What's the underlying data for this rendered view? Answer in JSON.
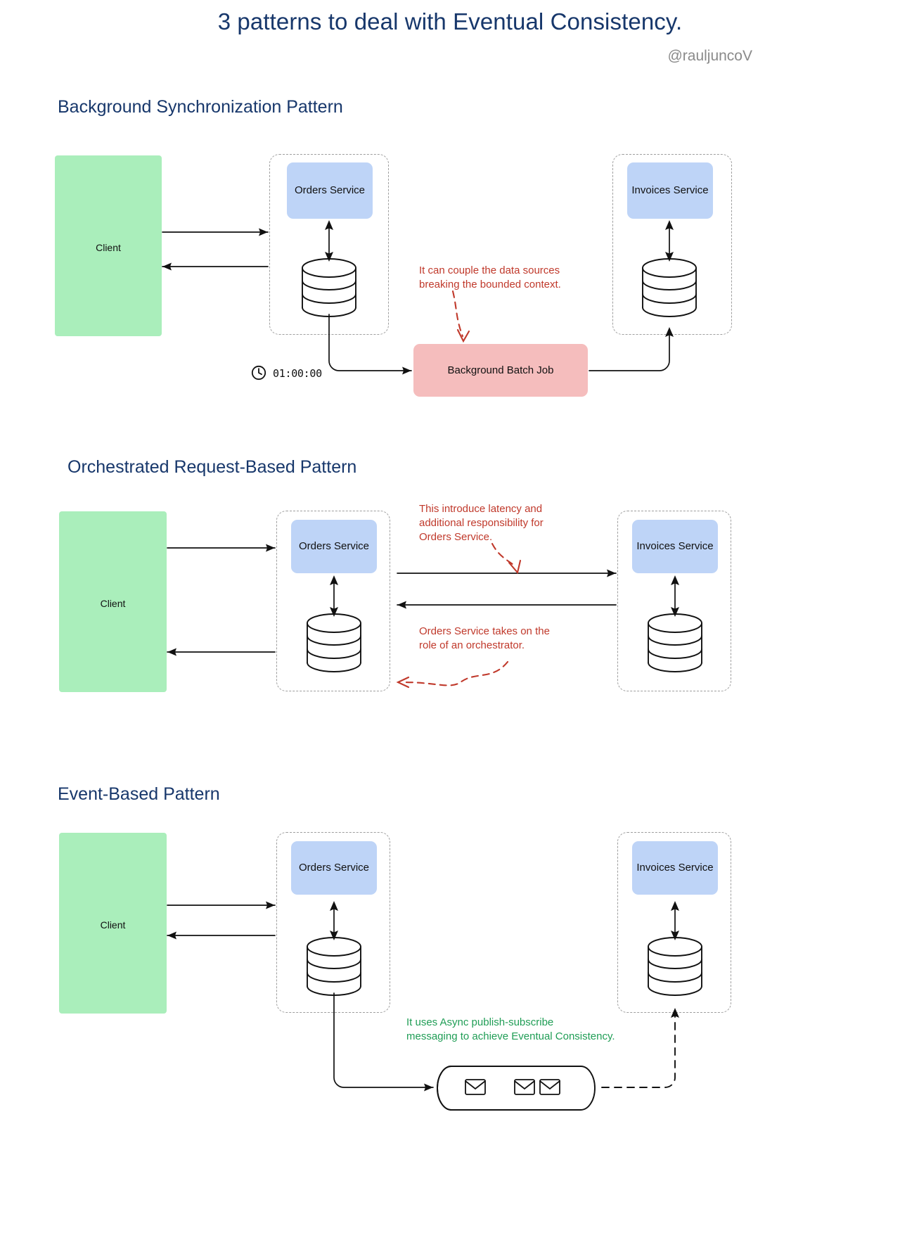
{
  "header": {
    "title": "3 patterns to deal with Eventual Consistency.",
    "handle": "@rauljuncoV"
  },
  "colors": {
    "title_blue": "#17376b",
    "client_green": "#aaeebb",
    "service_blue": "#bed4f7",
    "batch_pink": "#f5bdbd",
    "note_red": "#c0392b",
    "note_green": "#1f9d55",
    "boundary_gray": "#9e9e9e"
  },
  "sections": [
    {
      "id": "background-synchronization",
      "title": "Background Synchronization Pattern",
      "client_label": "Client",
      "left_service": "Orders\nService",
      "right_service": "Invoices\nService",
      "batch_job_label": "Background Batch Job",
      "schedule": "01:00:00",
      "schedule_icon": "clock-icon",
      "note": "It can couple the data sources\nbreaking the bounded context."
    },
    {
      "id": "orchestrated-request-based",
      "title": "Orchestrated Request-Based Pattern",
      "client_label": "Client",
      "left_service": "Orders\nService",
      "right_service": "Invoices\nService",
      "note_top": "This introduce latency and\nadditional responsibility for\nOrders Service.",
      "note_bottom": "Orders Service takes on the\nrole of an orchestrator."
    },
    {
      "id": "event-based",
      "title": "Event-Based Pattern",
      "client_label": "Client",
      "left_service": "Orders\nService",
      "right_service": "Invoices\nService",
      "note": "It uses Async publish-subscribe\nmessaging to achieve Eventual Consistency.",
      "queue_icon": "envelope-icon",
      "queue_message_count": 3
    }
  ]
}
